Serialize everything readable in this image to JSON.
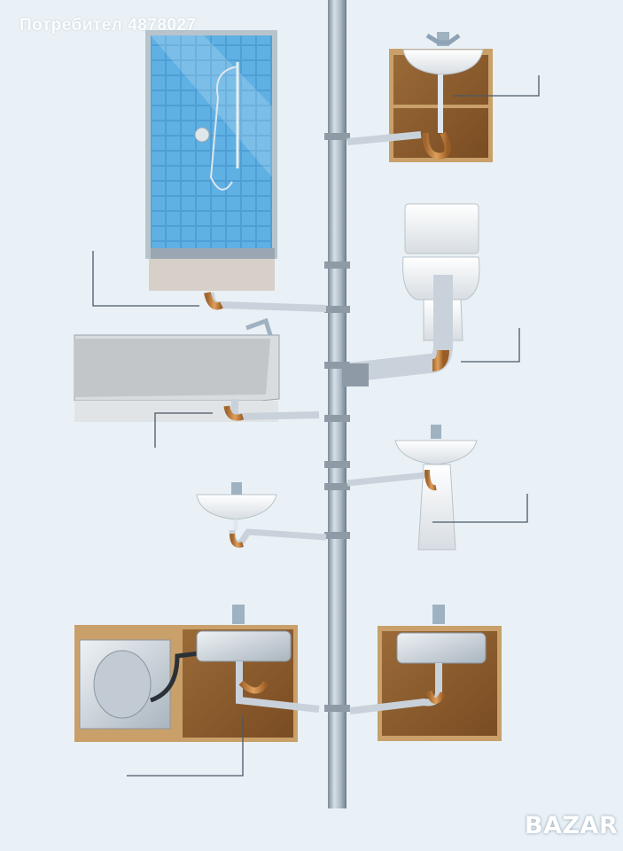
{
  "watermark": {
    "text": "Потребител 4878027"
  },
  "brand_logo": {
    "text": "BAZAR"
  },
  "fixtures": [
    {
      "id": "shower",
      "icon": "shower-icon"
    },
    {
      "id": "bathroom-sink-cabinet",
      "icon": "sink-icon"
    },
    {
      "id": "toilet",
      "icon": "toilet-icon"
    },
    {
      "id": "bathtub",
      "icon": "bathtub-icon"
    },
    {
      "id": "pedestal-sink",
      "icon": "pedestal-sink-icon"
    },
    {
      "id": "wall-sink",
      "icon": "wall-sink-icon"
    },
    {
      "id": "kitchen-sink-washer",
      "icon": "washing-machine-icon"
    },
    {
      "id": "kitchen-sink",
      "icon": "sink-icon"
    }
  ],
  "colors": {
    "background": "#e9f1f6",
    "pipe": "#a9b6c2",
    "pipe_dark": "#7d8b98",
    "trap_copper": "#c98a4a",
    "cabinet_wood": "#8a5a2c",
    "tile_blue": "#4f9fd6",
    "leader_line": "#4a5866"
  }
}
